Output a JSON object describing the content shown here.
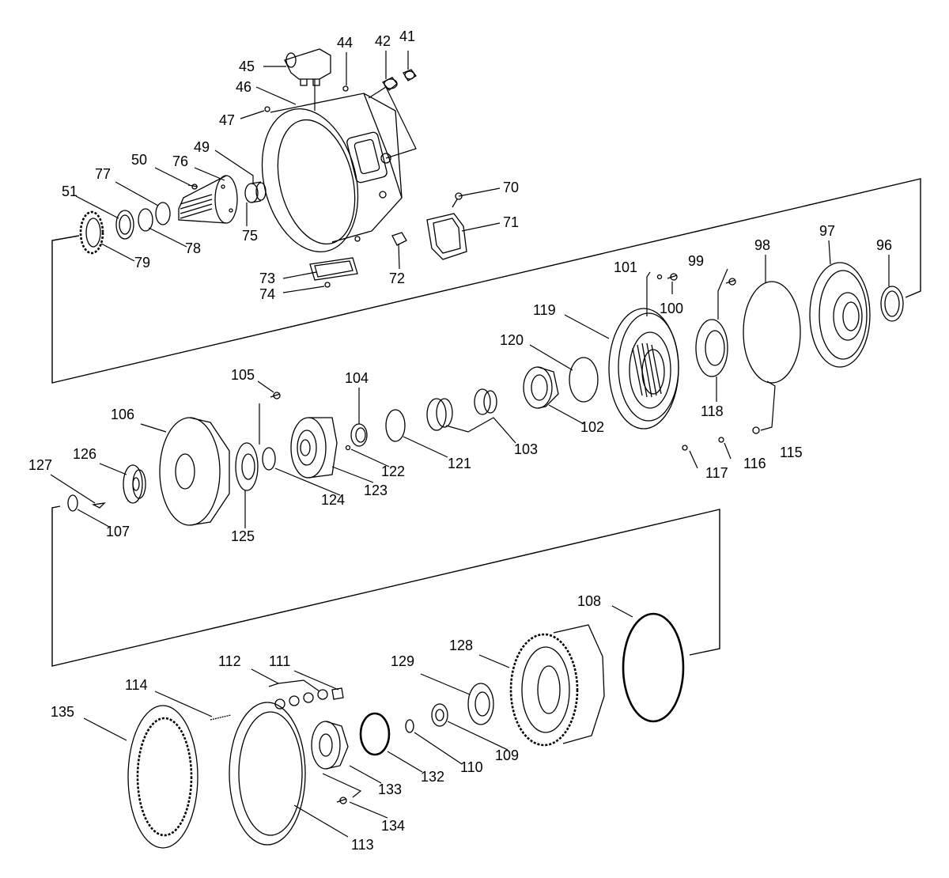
{
  "labels": [
    {
      "id": "41",
      "text": "41"
    },
    {
      "id": "42",
      "text": "42"
    },
    {
      "id": "44",
      "text": "44"
    },
    {
      "id": "45",
      "text": "45"
    },
    {
      "id": "46",
      "text": "46"
    },
    {
      "id": "47",
      "text": "47"
    },
    {
      "id": "49",
      "text": "49"
    },
    {
      "id": "50",
      "text": "50"
    },
    {
      "id": "51",
      "text": "51"
    },
    {
      "id": "70",
      "text": "70"
    },
    {
      "id": "71",
      "text": "71"
    },
    {
      "id": "72",
      "text": "72"
    },
    {
      "id": "73",
      "text": "73"
    },
    {
      "id": "74",
      "text": "74"
    },
    {
      "id": "75",
      "text": "75"
    },
    {
      "id": "76",
      "text": "76"
    },
    {
      "id": "77",
      "text": "77"
    },
    {
      "id": "78",
      "text": "78"
    },
    {
      "id": "79",
      "text": "79"
    },
    {
      "id": "96",
      "text": "96"
    },
    {
      "id": "97",
      "text": "97"
    },
    {
      "id": "98",
      "text": "98"
    },
    {
      "id": "99",
      "text": "99"
    },
    {
      "id": "100",
      "text": "100"
    },
    {
      "id": "101",
      "text": "101"
    },
    {
      "id": "102",
      "text": "102"
    },
    {
      "id": "103",
      "text": "103"
    },
    {
      "id": "104",
      "text": "104"
    },
    {
      "id": "105",
      "text": "105"
    },
    {
      "id": "106",
      "text": "106"
    },
    {
      "id": "107",
      "text": "107"
    },
    {
      "id": "108",
      "text": "108"
    },
    {
      "id": "109",
      "text": "109"
    },
    {
      "id": "110",
      "text": "110"
    },
    {
      "id": "111",
      "text": "111"
    },
    {
      "id": "112",
      "text": "112"
    },
    {
      "id": "113",
      "text": "113"
    },
    {
      "id": "114",
      "text": "114"
    },
    {
      "id": "115",
      "text": "115"
    },
    {
      "id": "116",
      "text": "116"
    },
    {
      "id": "117",
      "text": "117"
    },
    {
      "id": "118",
      "text": "118"
    },
    {
      "id": "119",
      "text": "119"
    },
    {
      "id": "120",
      "text": "120"
    },
    {
      "id": "121",
      "text": "121"
    },
    {
      "id": "122",
      "text": "122"
    },
    {
      "id": "123",
      "text": "123"
    },
    {
      "id": "124",
      "text": "124"
    },
    {
      "id": "125",
      "text": "125"
    },
    {
      "id": "126",
      "text": "126"
    },
    {
      "id": "127",
      "text": "127"
    },
    {
      "id": "128",
      "text": "128"
    },
    {
      "id": "129",
      "text": "129"
    },
    {
      "id": "132",
      "text": "132"
    },
    {
      "id": "133",
      "text": "133"
    },
    {
      "id": "134",
      "text": "134"
    },
    {
      "id": "135",
      "text": "135"
    }
  ]
}
